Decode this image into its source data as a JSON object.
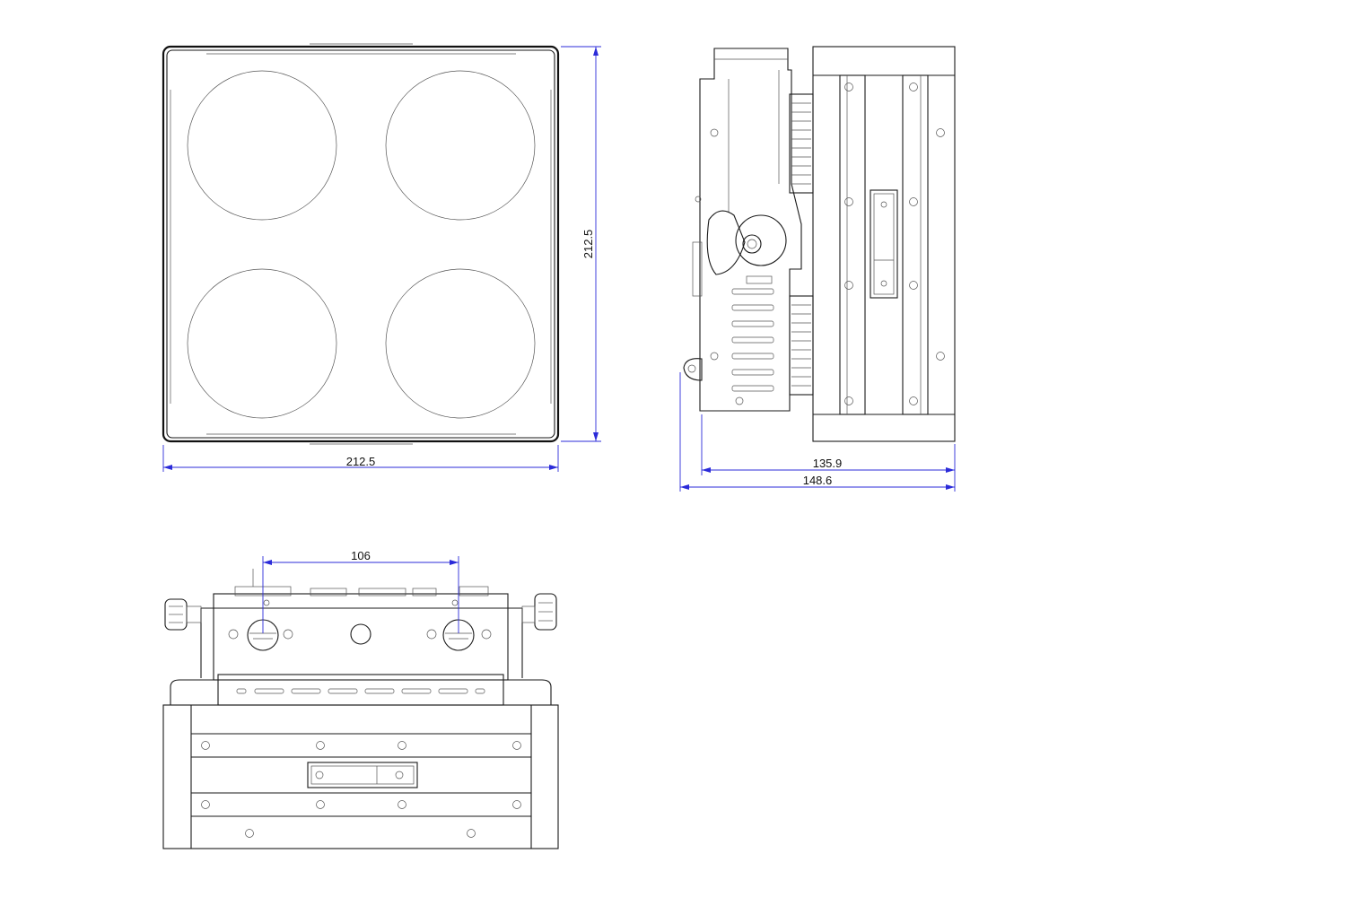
{
  "dimensions": {
    "front_width": "212.5",
    "front_height": "212.5",
    "side_body_depth": "135.9",
    "side_total_depth": "148.6",
    "bottom_mount_spacing": "106"
  },
  "colors": {
    "dimension_line": "#2b2bd9",
    "outline": "#1a1a1a",
    "text": "#111111",
    "background": "#ffffff"
  }
}
